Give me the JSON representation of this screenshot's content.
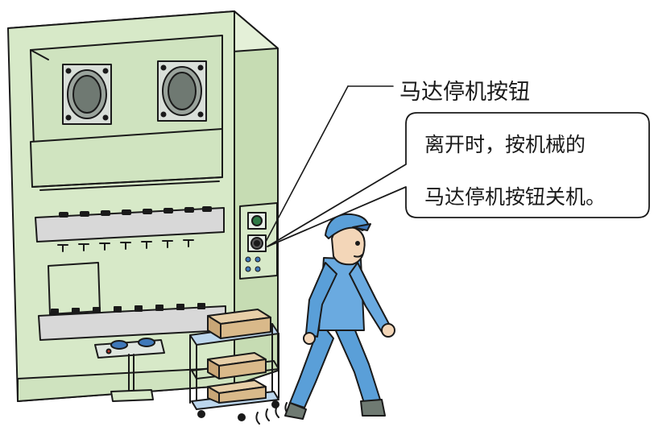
{
  "callouts": {
    "leader_label": "马达停机按钮",
    "bubble_line_1": "离开时，按机械的",
    "bubble_line_2": "马达停机按钮关机。"
  },
  "colors": {
    "machine_green": "#d7e9c8",
    "outline": "#1a1a1a",
    "worker_blue": "#5a9fd8",
    "box_tan": "#d9b98a",
    "lamp_green": "#2e7a46"
  }
}
